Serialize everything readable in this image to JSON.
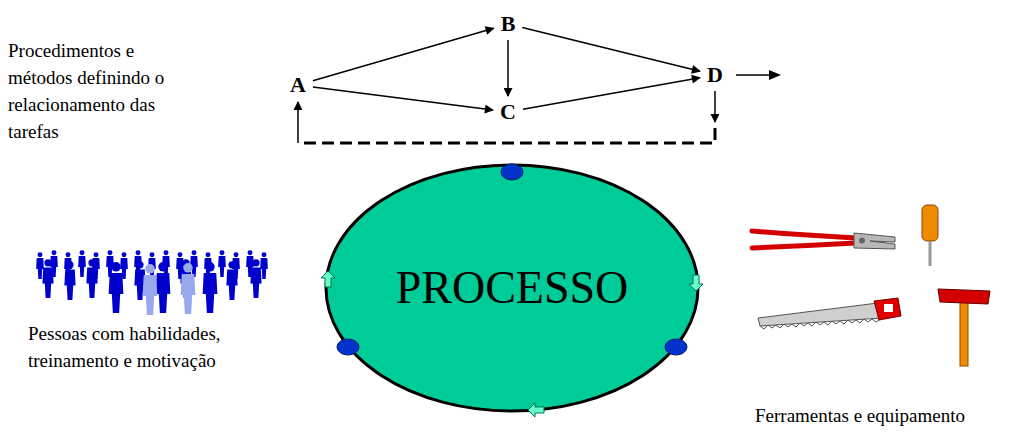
{
  "diagram": {
    "nodes": [
      {
        "text": [
          "A"
        ]
      },
      {
        "text": [
          "B"
        ]
      },
      {
        "text": [
          "C"
        ]
      },
      {
        "text": [
          "D"
        ]
      },
      {
        "text": [
          "PROCESSO"
        ]
      }
    ],
    "edges": [
      {
        "from": 0,
        "to": 1,
        "arrow": "to"
      },
      {
        "from": 0,
        "to": 2,
        "arrow": "to"
      },
      {
        "from": 1,
        "to": 2,
        "arrow": "to"
      },
      {
        "from": 1,
        "to": 3,
        "arrow": "to"
      },
      {
        "from": 2,
        "to": 3,
        "arrow": "to"
      },
      {
        "from": 3,
        "to": 0,
        "arrow": "to"
      }
    ],
    "labels": [
      "Procedimentos e métodos definindo o relacionamento das tarefas",
      "Pessoas com habilidades, treinamento e motivação",
      "Ferramentas e equipamento"
    ]
  }
}
